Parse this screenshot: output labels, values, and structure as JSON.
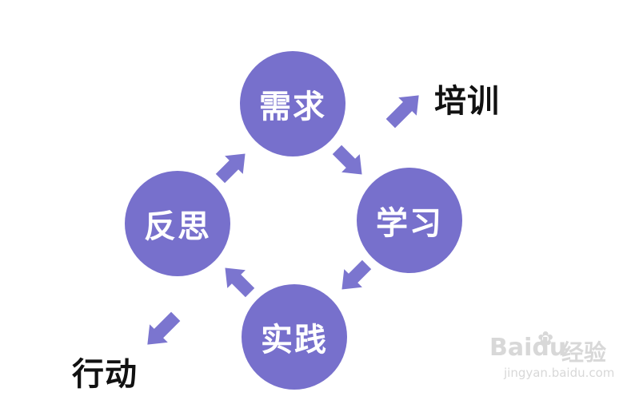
{
  "nodes": {
    "top": "需求",
    "right": "学习",
    "bottom": "实践",
    "left": "反思"
  },
  "outputs": {
    "top_right": "培训",
    "bottom_left": "行动"
  },
  "watermark": {
    "brand": "Baidu",
    "product": "经验",
    "url": "jingyan.baidu.com"
  },
  "colors": {
    "node_fill": "#7770cc",
    "arrow_fill": "#7b75cf"
  }
}
